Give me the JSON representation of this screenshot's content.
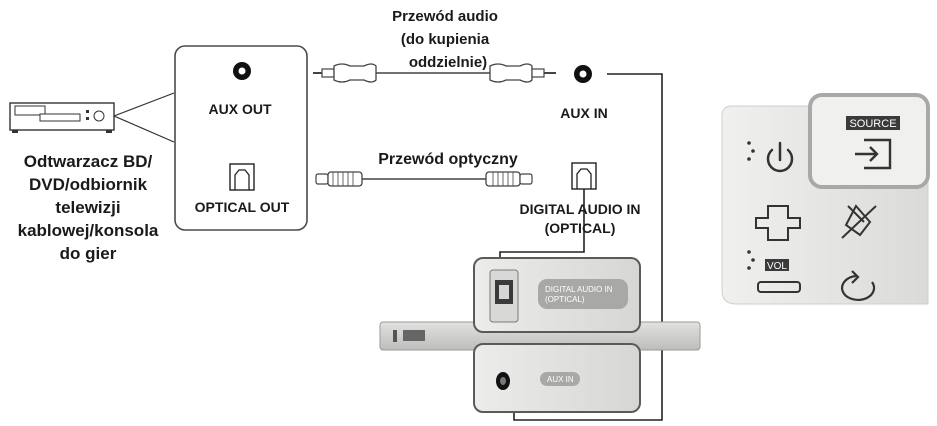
{
  "cable_audio": {
    "line1": "Przewód audio",
    "line2": "(do kupienia",
    "line3": "oddzielnie)"
  },
  "cable_optical": {
    "label": "Przewód optyczny"
  },
  "source_device": {
    "ports": {
      "aux_out": "AUX OUT",
      "optical_out": "OPTICAL OUT"
    },
    "caption": [
      "Odtwarzacz BD/",
      "DVD/odbiornik",
      "telewizji",
      "kablowej/konsola",
      "do gier"
    ]
  },
  "soundbar": {
    "aux_in": "AUX IN",
    "digital_in_line1": "DIGITAL AUDIO IN",
    "digital_in_line2": "(OPTICAL)",
    "panel_digital_line1": "DIGITAL AUDIO IN",
    "panel_digital_line2": "(OPTICAL)",
    "panel_aux": "AUX IN"
  },
  "remote": {
    "source_label": "SOURCE",
    "vol_label": "VOL"
  },
  "icons": [
    "power-icon",
    "source-icon",
    "plus-icon",
    "minus-icon",
    "mute-icon",
    "repeat-icon",
    "player-icon",
    "jack-icon",
    "optical-port-icon"
  ]
}
